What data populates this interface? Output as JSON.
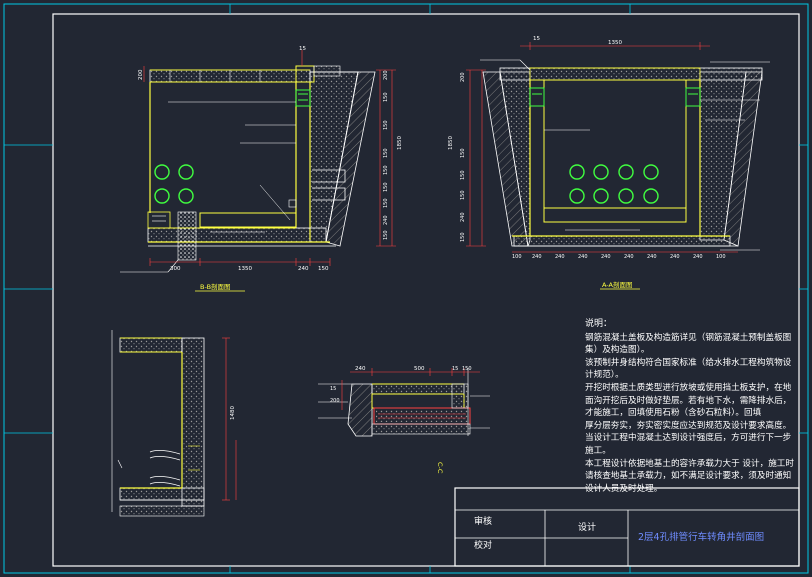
{
  "colors": {
    "background": "#222733",
    "frame": "#ffffff",
    "frame_accent": "#00c8e6",
    "structure": "#ffff40",
    "pipe": "#40ff40",
    "dimension": "#ff4040",
    "text": "#ffffff",
    "title_text": "#6f8cff",
    "earth": "#8a8a8a"
  },
  "sections": {
    "bb_label": "B-B剖面图",
    "aa_label": "A-A剖面图",
    "cc_label": "C-C"
  },
  "dimensions": {
    "bb": {
      "top": "15",
      "side_left": "200",
      "bottom": [
        "300",
        "1350",
        "240",
        "150"
      ],
      "right": [
        "1850",
        "200",
        "150",
        "150",
        "150",
        "150",
        "150",
        "150",
        "240",
        "150"
      ]
    },
    "aa": {
      "top_small": "15",
      "top_span": "1350",
      "bottom": [
        "100",
        "240",
        "240",
        "240",
        "240",
        "240",
        "240",
        "240",
        "240",
        "100"
      ],
      "left": [
        "1850",
        "200",
        "150",
        "150",
        "150",
        "240",
        "150"
      ]
    },
    "wall": {
      "height": "1480"
    },
    "cc": {
      "top": [
        "240",
        "500",
        "15",
        "150"
      ],
      "left": [
        "15",
        "200"
      ]
    }
  },
  "notes": {
    "title": "说明：",
    "lines": [
      "钢筋混凝土盖板及构造筋详见（钢筋混凝土预制盖板图集）及构造图）。",
      "该预制井身结构符合国家标准（给水排水工程构筑物设计规范）。",
      "开挖时根据土质类型进行放坡或使用挡土板支护，在地面沟开挖后及时做好垫层。若有地下水，需降排水后，才能施工，回填使用石粉（含砂石粒料）。回填",
      "厚分层夯实，夯实密实度应达到规范及设计要求高度。",
      "当设计工程中混凝土达到设计强度后，方可进行下一步施工。",
      "本工程设计依据地基土的容许承载力大于        设计，施工时请核查地基土承载力，如不满足设计要求，须及时通知设计人员及时处理。"
    ]
  },
  "title_block": {
    "signature_1": "审核",
    "signature_2": "校对",
    "signature_3": "设计",
    "drawing_title": "2层4孔排管行车转角井剖面图"
  }
}
